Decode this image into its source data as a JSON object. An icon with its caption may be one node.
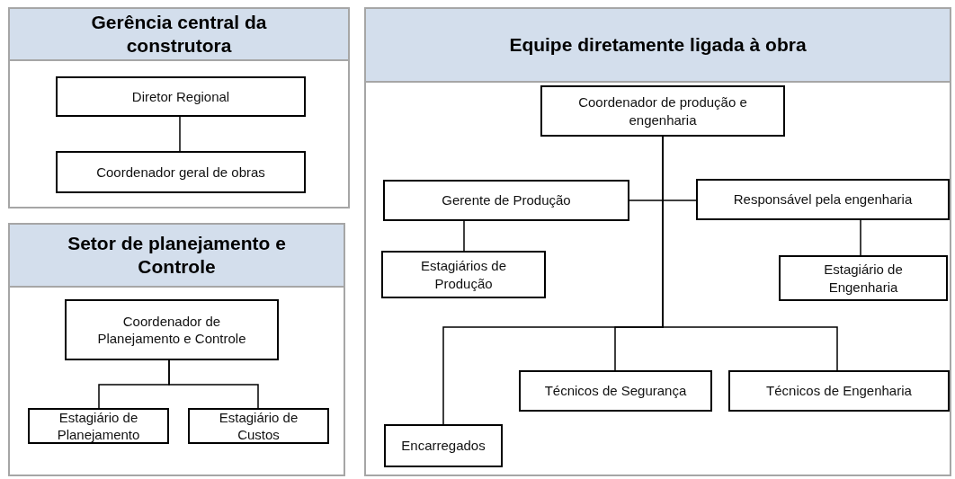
{
  "diagram": {
    "nodes": [
      {
        "text": [
          "Gerência central da construtora"
        ]
      },
      {
        "text": [
          "Diretor Regional"
        ],
        "in": 0
      },
      {
        "text": [
          "Coordenador geral de obras"
        ],
        "in": 0
      },
      {
        "text": [
          "Setor de planejamento e Controle"
        ]
      },
      {
        "text": [
          "Coordenador de Planejamento e Controle"
        ],
        "in": 3
      },
      {
        "text": [
          "Estagiário de Planejamento"
        ],
        "in": 3
      },
      {
        "text": [
          "Estagiário de Custos"
        ],
        "in": 3
      },
      {
        "text": [
          "Equipe diretamente ligada à obra"
        ]
      },
      {
        "text": [
          "Coordenador de produção e engenharia"
        ],
        "in": 7
      },
      {
        "text": [
          "Gerente de Produção"
        ],
        "in": 7
      },
      {
        "text": [
          "Responsável pela engenharia"
        ],
        "in": 7
      },
      {
        "text": [
          "Estagiários de Produção"
        ],
        "in": 7
      },
      {
        "text": [
          "Estagiário de Engenharia"
        ],
        "in": 7
      },
      {
        "text": [
          "Técnicos de Segurança"
        ],
        "in": 7
      },
      {
        "text": [
          "Técnicos de Engenharia"
        ],
        "in": 7
      },
      {
        "text": [
          "Encarregados"
        ],
        "in": 7
      }
    ],
    "edges": [
      {
        "from": 1,
        "to": 2,
        "arrow": "none"
      },
      {
        "from": 4,
        "to": 5,
        "arrow": "none"
      },
      {
        "from": 4,
        "to": 6,
        "arrow": "none"
      },
      {
        "from": 8,
        "to": 9,
        "arrow": "none"
      },
      {
        "from": 8,
        "to": 10,
        "arrow": "none"
      },
      {
        "from": 9,
        "to": 11,
        "arrow": "none"
      },
      {
        "from": 10,
        "to": 12,
        "arrow": "none"
      },
      {
        "from": 8,
        "to": 15,
        "arrow": "none"
      },
      {
        "from": 8,
        "to": 13,
        "arrow": "none"
      },
      {
        "from": 8,
        "to": 14,
        "arrow": "none"
      }
    ]
  }
}
